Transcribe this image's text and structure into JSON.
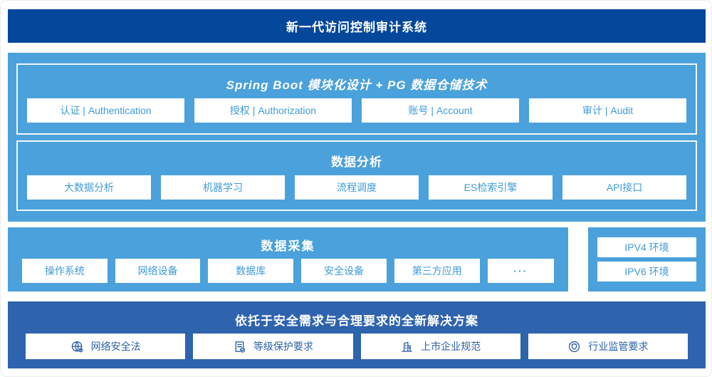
{
  "colors": {
    "header_bg": "#04489c",
    "light_band_bg": "#4aa1db",
    "solution_band_bg": "#2e63ae",
    "light_box_text": "#3f9bd9",
    "dark_box_text": "#2c62a9"
  },
  "header": {
    "title": "新一代访问控制审计系统"
  },
  "platform": {
    "module_design": {
      "title": "Spring Boot 模块化设计 + PG 数据仓储技术",
      "items": [
        {
          "label": "认证 | Authentication"
        },
        {
          "label": "授权 | Authorization"
        },
        {
          "label": "账号 | Account"
        },
        {
          "label": "审计 | Audit"
        }
      ]
    },
    "data_analysis": {
      "title": "数据分析",
      "items": [
        {
          "label": "大数据分析"
        },
        {
          "label": "机器学习"
        },
        {
          "label": "流程调度"
        },
        {
          "label": "ES检索引擎"
        },
        {
          "label": "API接口"
        }
      ]
    }
  },
  "data_collection": {
    "title": "数据采集",
    "items": [
      {
        "label": "操作系统"
      },
      {
        "label": "网络设备"
      },
      {
        "label": "数据库"
      },
      {
        "label": "安全设备"
      },
      {
        "label": "第三方应用"
      },
      {
        "label": "···"
      }
    ]
  },
  "ip_environments": {
    "items": [
      {
        "label": "IPV4 环境"
      },
      {
        "label": "IPV6 环境"
      }
    ]
  },
  "solution": {
    "title": "依托于安全需求与合理要求的全新解决方案",
    "items": [
      {
        "label": "网络安全法",
        "icon": "globe-icon"
      },
      {
        "label": "等级保护要求",
        "icon": "document-check-icon"
      },
      {
        "label": "上市企业规范",
        "icon": "building-icon"
      },
      {
        "label": "行业监管要求",
        "icon": "shield-badge-icon"
      }
    ]
  }
}
